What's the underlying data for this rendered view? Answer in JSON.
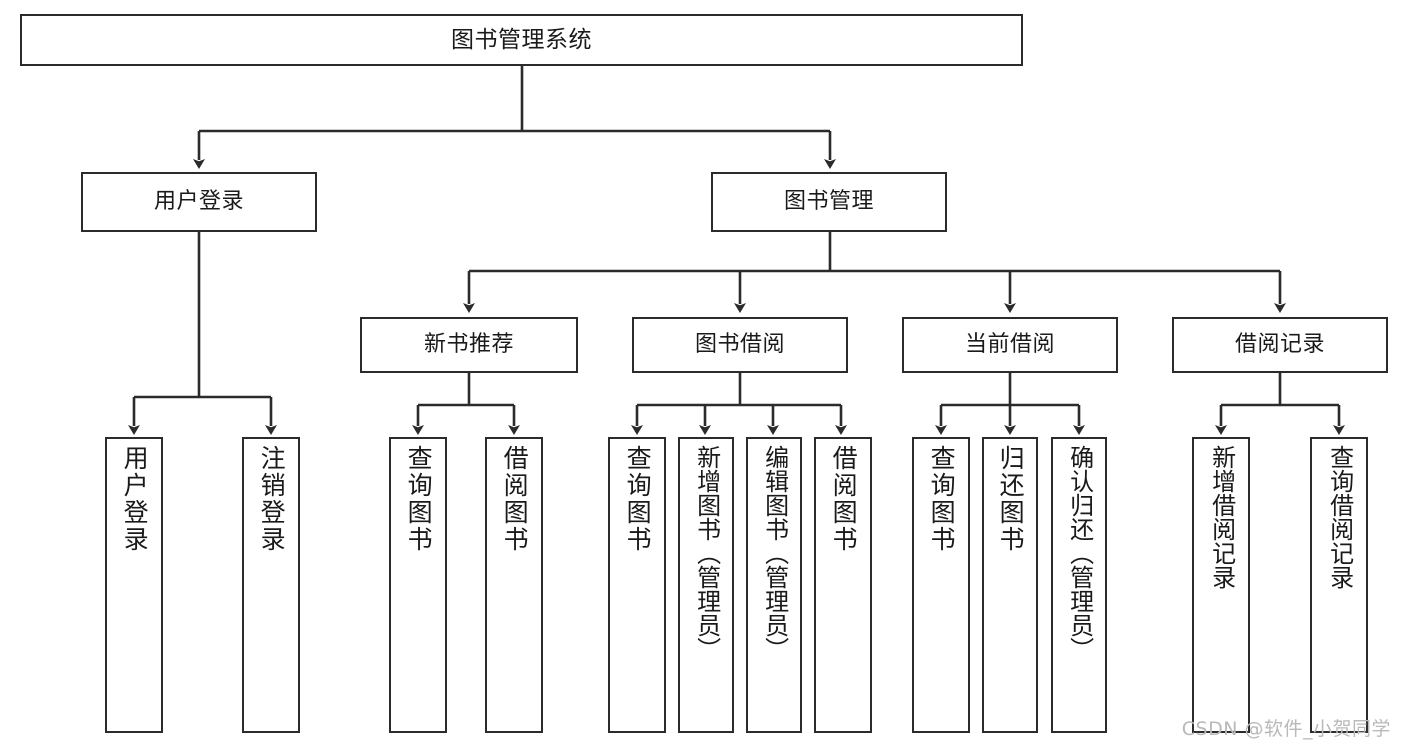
{
  "diagram": {
    "type": "tree",
    "title": "图书管理系统",
    "watermark": "CSDN @软件_小贺同学",
    "colors": {
      "line": "#2b2b2b",
      "box_border": "#2b2b2b",
      "box_fill": "#ffffff",
      "text": "#1a1a1a",
      "watermark": "#b9b9b9",
      "background": "#ffffff"
    },
    "nodes": {
      "root": {
        "label": "图书管理系统"
      },
      "level2": [
        {
          "id": "user-login",
          "label": "用户登录"
        },
        {
          "id": "book-manage",
          "label": "图书管理"
        }
      ],
      "level3": [
        {
          "id": "new-book-recommend",
          "label": "新书推荐"
        },
        {
          "id": "book-borrow",
          "label": "图书借阅"
        },
        {
          "id": "current-borrow",
          "label": "当前借阅"
        },
        {
          "id": "borrow-record",
          "label": "借阅记录"
        }
      ],
      "leaves": [
        {
          "id": "leaf-user-login",
          "label": "用户登录",
          "parent": "user-login"
        },
        {
          "id": "leaf-logout-login",
          "label": "注销登录",
          "parent": "user-login"
        },
        {
          "id": "leaf-query-book-1",
          "label": "查询图书",
          "parent": "new-book-recommend"
        },
        {
          "id": "leaf-borrow-book-1",
          "label": "借阅图书",
          "parent": "new-book-recommend"
        },
        {
          "id": "leaf-query-book-2",
          "label": "查询图书",
          "parent": "book-borrow"
        },
        {
          "id": "leaf-add-book",
          "label": "新增图书（管理员）",
          "parent": "book-borrow"
        },
        {
          "id": "leaf-edit-book",
          "label": "编辑图书（管理员）",
          "parent": "book-borrow"
        },
        {
          "id": "leaf-borrow-book-2",
          "label": "借阅图书",
          "parent": "book-borrow"
        },
        {
          "id": "leaf-query-book-3",
          "label": "查询图书",
          "parent": "current-borrow"
        },
        {
          "id": "leaf-return-book",
          "label": "归还图书",
          "parent": "current-borrow"
        },
        {
          "id": "leaf-confirm-return",
          "label": "确认归还（管理员）",
          "parent": "current-borrow"
        },
        {
          "id": "leaf-add-record",
          "label": "新增借阅记录",
          "parent": "borrow-record"
        },
        {
          "id": "leaf-query-record",
          "label": "查询借阅记录",
          "parent": "borrow-record"
        }
      ]
    }
  }
}
